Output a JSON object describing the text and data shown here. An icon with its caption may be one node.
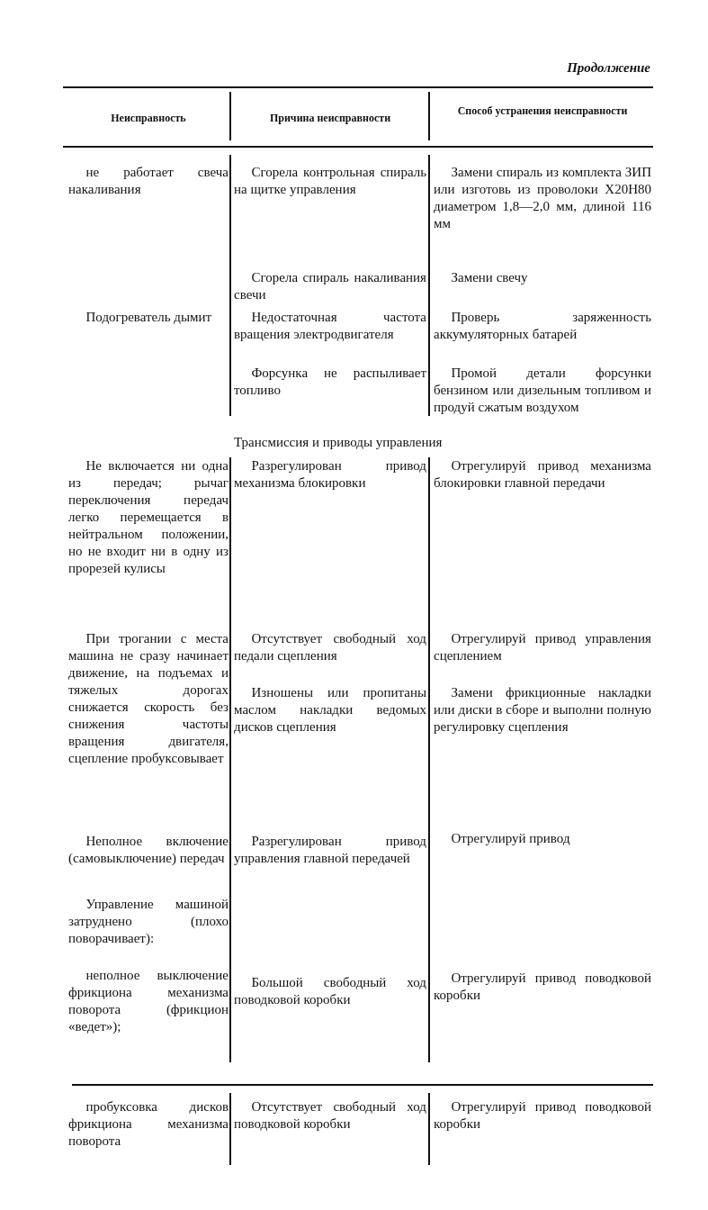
{
  "diagram": {
    "labels": [
      "Продолжение",
      "Неисправность",
      "Причина неисправности",
      "Способ устранения неисправности",
      "не работает свеча накаливания",
      "Сгорела контрольная спираль на щитке управления",
      "Замени спираль из комплекта ЗИП или изготовь из проволоки Х20Н80 диаметром 1,8—2,0 мм, длиной 116 мм",
      "Сгорела спираль накаливания свечи",
      "Замени свечу",
      "Подогреватель дымит",
      "Недостаточная частота вращения электродвигателя",
      "Проверь заряженность аккумуляторных батарей",
      "Форсунка не распыливает топливо",
      "Промой детали форсунки бензином или дизельным топливом и продуй сжатым воздухом",
      "Трансмиссия и приводы управления",
      "Не включается ни одна из передач; рычаг переключения передач легко перемещается в нейтральном положении, но не входит ни в одну из прорезей кулисы",
      "Разрегулирован привод механизма блокировки",
      "Отрегулируй привод механизма блокировки главной передачи",
      "При трогании с места машина не сразу начинает движение, на подъемах и тяжелых дорогах снижается скорость без снижения частоты вращения двигателя, сцепление пробуксовывает",
      "Отсутствует свободный ход педали сцепления",
      "Отрегулируй привод управления сцеплением",
      "Изношены или пропитаны маслом накладки ведомых дисков сцепления",
      "Замени фрикционные накладки или диски в сборе и выполни полную регулировку сцепления",
      "Неполное включение (самовыключение) передач",
      "Разрегулирован привод управления главной передачей",
      "Отрегулируй привод",
      "Управление машиной затруднено (плохо поворачивает):",
      "неполное выключение фрикциона механизма поворота (фрикцион «ведет»);",
      "Большой свободный ход поводковой коробки",
      "Отрегулируй привод поводковой коробки",
      "пробуксовка дисков фрикциона механизма поворота",
      "Отсутствует свободный ход поводковой коробки",
      "Отрегулируй привод поводковой коробки"
    ]
  }
}
